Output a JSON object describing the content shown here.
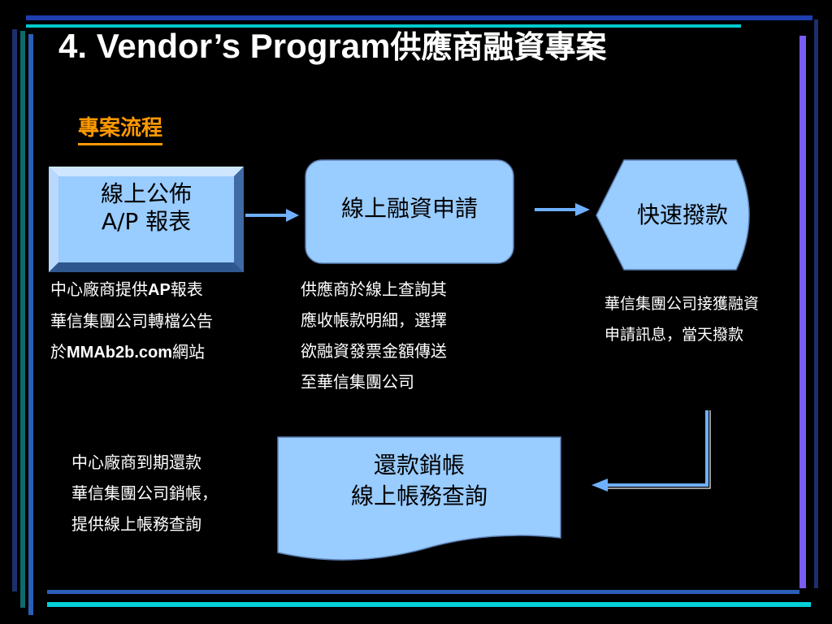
{
  "slide": {
    "title": "4. Vendor’s Program",
    "title_zh": "供應商融資專案",
    "subtitle": "專案流程"
  },
  "steps": [
    {
      "label_line1": "線上公佈",
      "label_line2": "A/P 報表"
    },
    {
      "label": "線上融資申請"
    },
    {
      "label": "快速撥款"
    },
    {
      "label_line1": "還款銷帳",
      "label_line2": "線上帳務查詢"
    }
  ],
  "notes": {
    "step1": {
      "line1_pre": "中心廠商提供",
      "line1_bold": "AP",
      "line1_post": "報表",
      "line2": "華信集團公司轉檔公告",
      "line3_pre": "於",
      "line3_bold": "MMAb2b.com",
      "line3_post": "網站"
    },
    "step2": {
      "line1": "供應商於線上查詢其",
      "line2": "應收帳款明細，選擇",
      "line3": "欲融資發票金額傳送",
      "line4": "至華信集團公司"
    },
    "step3": {
      "line1": "華信集團公司接獲融資",
      "line2": "申請訊息，當天撥款"
    },
    "step4": {
      "line1": "中心廠商到期還款",
      "line2": "華信集團公司銷帳，",
      "line3": "提供線上帳務查詢"
    }
  },
  "colors": {
    "box_fill": "#99ccff",
    "box_outline": "#5b7fb0",
    "arrow": "#6fb0ff",
    "subtitle": "#ff9900",
    "frame_cyan": "#00cccc",
    "frame_blue": "#3333cc",
    "frame_purple": "#7755ee",
    "frame_navy": "#2c3e8c",
    "frame_teal": "#117777"
  }
}
